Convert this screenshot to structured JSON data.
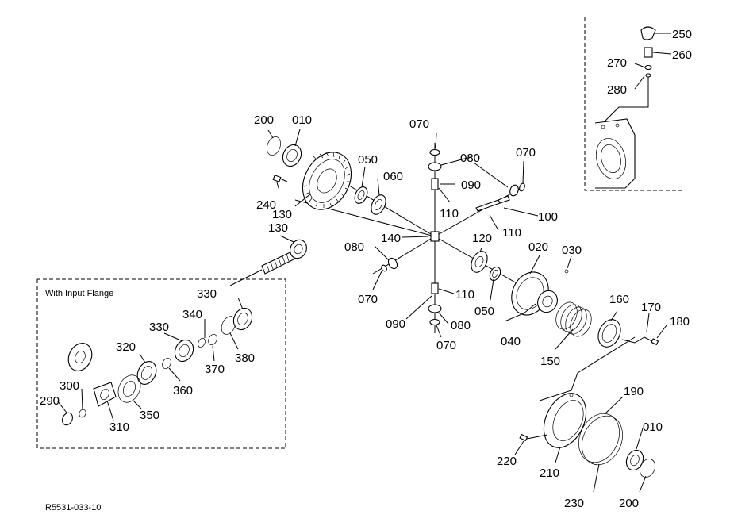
{
  "inset_box_title": "With Input Flange",
  "figure_code": "R5531-033-10",
  "part_labels": {
    "p010a": "010",
    "p200a": "200",
    "p240": "240",
    "p130a": "130",
    "p130b": "130",
    "p050a": "050",
    "p060": "060",
    "p070a": "070",
    "p080a": "080",
    "p090a": "090",
    "p070b": "070",
    "p110a": "110",
    "p100": "100",
    "p110b": "110",
    "p140": "140",
    "p080b": "080",
    "p070c": "070",
    "p120": "120",
    "p020": "020",
    "p030": "030",
    "p050b": "050",
    "p110c": "110",
    "p090b": "090",
    "p080c": "080",
    "p070d": "070",
    "p040": "040",
    "p160": "160",
    "p170": "170",
    "p180": "180",
    "p150": "150",
    "p330a": "330",
    "p330b": "330",
    "p340": "340",
    "p380": "380",
    "p370": "370",
    "p320": "320",
    "p360": "360",
    "p300": "300",
    "p290": "290",
    "p310": "310",
    "p350": "350",
    "p250": "250",
    "p260": "260",
    "p270": "270",
    "p280": "280",
    "p190": "190",
    "p010b": "010",
    "p220": "220",
    "p210": "210",
    "p230": "230",
    "p200b": "200"
  }
}
